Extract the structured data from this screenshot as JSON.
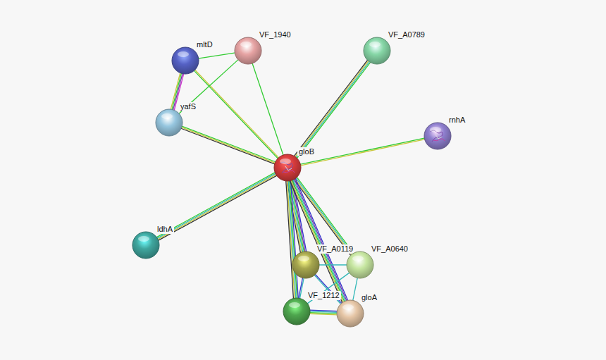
{
  "diagram": {
    "nodes": [
      {
        "text": [
          "mltD"
        ]
      },
      {
        "text": [
          "VF_1940"
        ]
      },
      {
        "text": [
          "VF_A0789"
        ]
      },
      {
        "text": [
          "yafS"
        ]
      },
      {
        "text": [
          "rnhA"
        ]
      },
      {
        "text": [
          "gloB"
        ]
      },
      {
        "text": [
          "ldhA"
        ]
      },
      {
        "text": [
          "VF_A0119"
        ]
      },
      {
        "text": [
          "VF_A0640"
        ]
      },
      {
        "text": [
          "VF_1212"
        ]
      },
      {
        "text": [
          "gloA"
        ]
      }
    ],
    "edges": [
      {
        "from": 5,
        "to": 0,
        "arrow": "none"
      },
      {
        "from": 5,
        "to": 1,
        "arrow": "none"
      },
      {
        "from": 5,
        "to": 2,
        "arrow": "none"
      },
      {
        "from": 5,
        "to": 3,
        "arrow": "none"
      },
      {
        "from": 5,
        "to": 4,
        "arrow": "none"
      },
      {
        "from": 5,
        "to": 6,
        "arrow": "none"
      },
      {
        "from": 5,
        "to": 7,
        "arrow": "none"
      },
      {
        "from": 5,
        "to": 8,
        "arrow": "none"
      },
      {
        "from": 5,
        "to": 9,
        "arrow": "none"
      },
      {
        "from": 5,
        "to": 10,
        "arrow": "none"
      },
      {
        "from": 0,
        "to": 3,
        "arrow": "none"
      },
      {
        "from": 0,
        "to": 1,
        "arrow": "none"
      },
      {
        "from": 1,
        "to": 3,
        "arrow": "none"
      },
      {
        "from": 7,
        "to": 8,
        "arrow": "none"
      },
      {
        "from": 7,
        "to": 9,
        "arrow": "none"
      },
      {
        "from": 7,
        "to": 10,
        "arrow": "none"
      },
      {
        "from": 8,
        "to": 9,
        "arrow": "none"
      },
      {
        "from": 8,
        "to": 10,
        "arrow": "none"
      },
      {
        "from": 9,
        "to": 10,
        "arrow": "none"
      }
    ]
  }
}
